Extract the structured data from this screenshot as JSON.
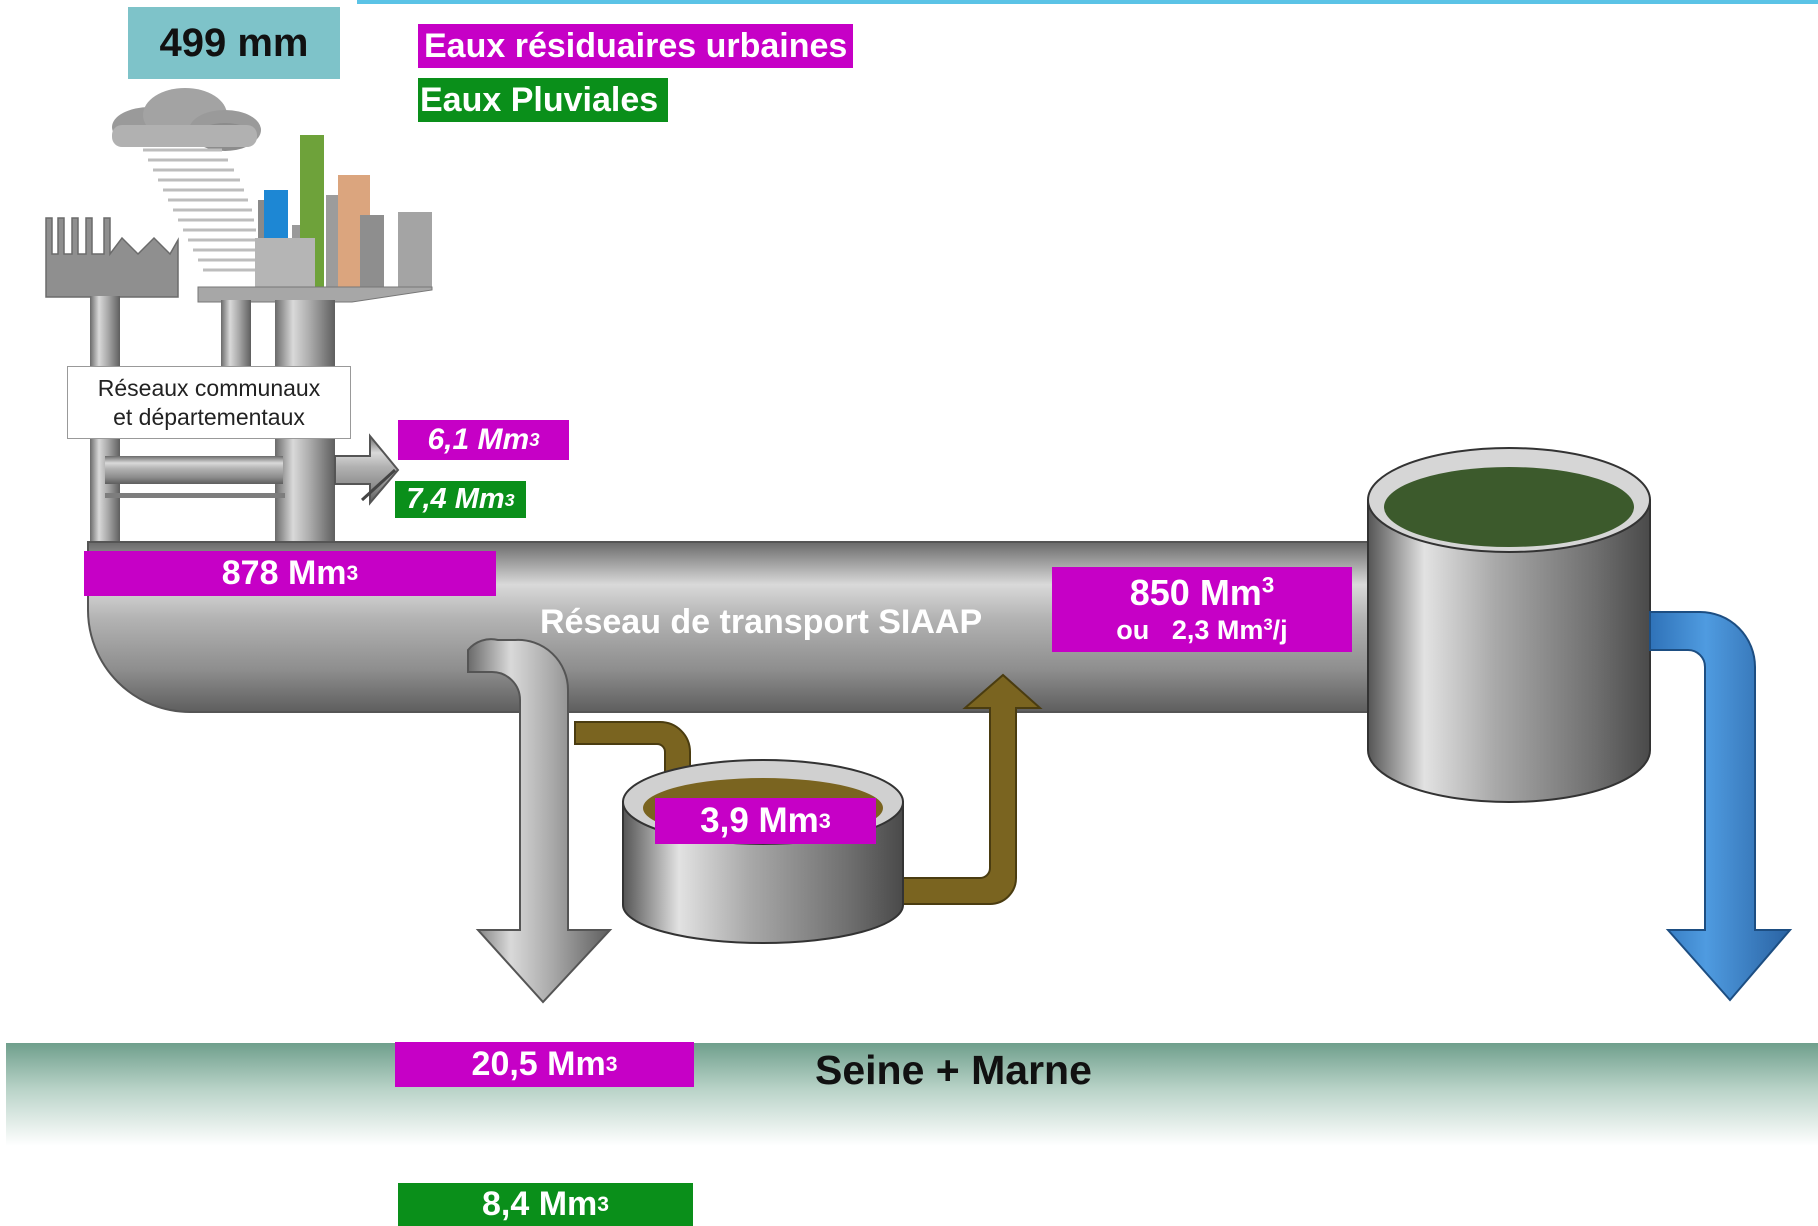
{
  "rainfall": "499 mm",
  "legend": {
    "wastewater": "Eaux résiduaires urbaines",
    "rainwater": "Eaux Pluviales"
  },
  "network_label": {
    "line1": "Réseaux communaux",
    "line2": "et départementaux"
  },
  "overflow": {
    "wastewater_value": "6,1 Mm",
    "rainwater_value": "7,4 Mm"
  },
  "inflow_total_value": "878 Mm",
  "transport_label": "Réseau de transport SIAAP",
  "treated": {
    "value": "850 Mm",
    "daily_prefix": "ou",
    "daily_value": "2,3 Mm",
    "daily_suffix": "/j"
  },
  "sludge_value": "3,9 Mm",
  "river": {
    "name": "Seine + Marne",
    "wastewater_value": "20,5 Mm",
    "rainwater_value": "8,4 Mm"
  },
  "unit_exponent": "3",
  "colors": {
    "wastewater": "#c600c6",
    "rainwater": "#0a8f1a",
    "rain_box": "#7ec3c9",
    "pipe": "#a9a9a9",
    "sludge": "#7a6420",
    "treated_outflow": "#3a86cc",
    "river": "#6f9f8c",
    "top_rule": "#5bc3e6"
  },
  "icons": [
    "cloud-icon",
    "rain-icon",
    "factory-icon",
    "city-buildings-icon"
  ]
}
